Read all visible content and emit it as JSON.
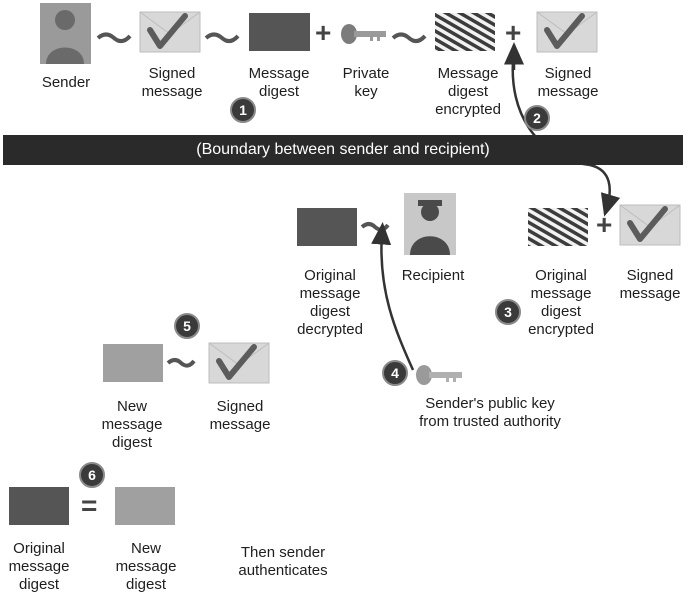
{
  "labels": {
    "sender": "Sender",
    "signed_message_1": "Signed\nmessage",
    "message_digest": "Message\ndigest",
    "private_key": "Private\nkey",
    "message_digest_encrypted": "Message\ndigest\nencrypted",
    "signed_message_2": "Signed\nmessage",
    "boundary": "(Boundary between sender and recipient)",
    "original_digest_decrypted": "Original\nmessage\ndigest\ndecrypted",
    "recipient": "Recipient",
    "original_digest_encrypted": "Original\nmessage\ndigest\nencrypted",
    "signed_message_3": "Signed\nmessage",
    "new_message_digest_1": "New\nmessage\ndigest",
    "signed_message_4": "Signed\nmessage",
    "senders_public_key": "Sender's public key\nfrom trusted authority",
    "original_message_digest": "Original\nmessage\ndigest",
    "new_message_digest_2": "New\nmessage\ndigest",
    "then_sender_authenticates": "Then sender\nauthenticates"
  },
  "steps": [
    "1",
    "2",
    "3",
    "4",
    "5",
    "6"
  ],
  "operators": {
    "plus": "+",
    "equals": "="
  },
  "icons": [
    "person-icon",
    "envelope-check-icon",
    "digest-block-icon",
    "key-icon",
    "hatched-digest-icon",
    "tilde-arrow-icon"
  ],
  "colors": {
    "band": "#2a2a2a",
    "digest_dark": "#555555",
    "digest_light": "#a0a0a0",
    "envelope": "#d8d8d8",
    "checkmark": "#5c5c5c",
    "badge": "#3a3a3a"
  }
}
